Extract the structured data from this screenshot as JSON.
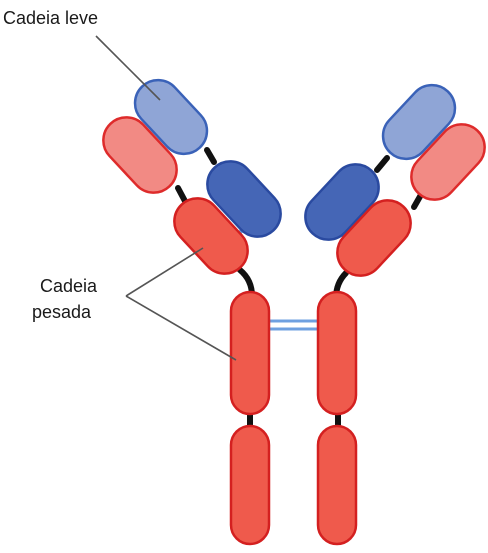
{
  "labels": {
    "light_chain": "Cadeia leve",
    "heavy_chain_line1": "Cadeia",
    "heavy_chain_line2": "pesada"
  },
  "colors": {
    "light_variable_fill": "#8fa5d6",
    "light_variable_stroke": "#3a62b8",
    "light_constant_fill": "#4566b6",
    "light_constant_stroke": "#2a4aa0",
    "heavy_variable_fill": "#f28a84",
    "heavy_variable_stroke": "#de2b2b",
    "heavy_domain_fill": "#ef5a4c",
    "heavy_domain_stroke": "#d42020",
    "disulfide_bond": "#6fa0e0",
    "linker": "#111111",
    "leader_line": "#555555"
  }
}
